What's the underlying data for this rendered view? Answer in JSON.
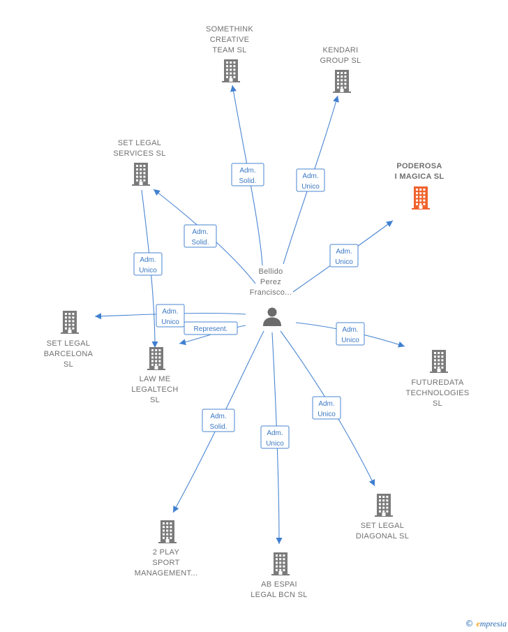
{
  "center": {
    "name": "Bellido\nPerez\nFrancisco..."
  },
  "companies": [
    {
      "id": "somethink",
      "name": "SOMETHINK\nCREATIVE\nTEAM  SL",
      "highlight": false
    },
    {
      "id": "kendari",
      "name": "KENDARI\nGROUP  SL",
      "highlight": false
    },
    {
      "id": "setlegal-services",
      "name": "SET LEGAL\nSERVICES  SL",
      "highlight": false
    },
    {
      "id": "poderosa",
      "name": "PODEROSA\nI MAGICA  SL",
      "highlight": true
    },
    {
      "id": "setlegal-barcelona",
      "name": "SET LEGAL\nBARCELONA\nSL",
      "highlight": false
    },
    {
      "id": "lawme",
      "name": "LAW ME\nLEGALTECH\nSL",
      "highlight": false
    },
    {
      "id": "futuredata",
      "name": "FUTUREDATA\nTECHNOLOGIES\nSL",
      "highlight": false
    },
    {
      "id": "2play",
      "name": "2 PLAY\nSPORT\nMANAGEMENT...",
      "highlight": false
    },
    {
      "id": "abespai",
      "name": "AB ESPAI\nLEGAL BCN SL",
      "highlight": false
    },
    {
      "id": "setlegal-diagonal",
      "name": "SET LEGAL\nDIAGONAL  SL",
      "highlight": false
    }
  ],
  "relations": [
    {
      "target": "somethink",
      "label": [
        "Adm.",
        "Solid."
      ]
    },
    {
      "target": "kendari",
      "label": [
        "Adm.",
        "Unico"
      ]
    },
    {
      "target": "setlegal-services",
      "label": [
        "Adm.",
        "Solid."
      ]
    },
    {
      "target": "poderosa",
      "label": [
        "Adm.",
        "Unico"
      ]
    },
    {
      "target": "lawme",
      "label": [
        "Adm.",
        "Unico"
      ]
    },
    {
      "target": "setlegal-barcelona",
      "label": [
        "Adm.",
        "Unico"
      ]
    },
    {
      "target": "lawme",
      "label": [
        "Represent."
      ]
    },
    {
      "target": "futuredata",
      "label": [
        "Adm.",
        "Unico"
      ]
    },
    {
      "target": "2play",
      "label": [
        "Adm.",
        "Solid."
      ]
    },
    {
      "target": "abespai",
      "label": [
        "Adm.",
        "Unico"
      ]
    },
    {
      "target": "setlegal-diagonal",
      "label": [
        "Adm.",
        "Unico"
      ]
    }
  ],
  "colors": {
    "edge": "#4a86d2",
    "building": "#7a7a7a",
    "highlight": "#f0622d"
  },
  "branding": {
    "copyright": "©",
    "e": "e",
    "rest": "mpresia"
  }
}
